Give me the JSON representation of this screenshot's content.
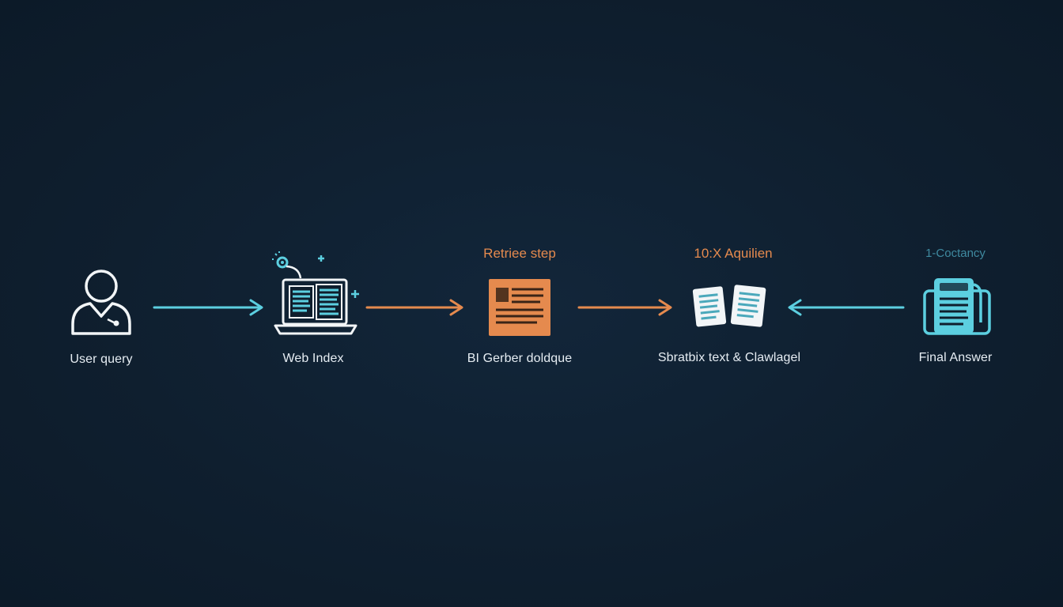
{
  "diagram": {
    "colors": {
      "background": "#0f1e2d",
      "cyan": "#5ccfe0",
      "orange": "#e58a4e",
      "white": "#f2f5f7",
      "muted_cyan": "#3f8aa0",
      "text": "#e6edf3"
    },
    "stages": [
      {
        "id": "user-query",
        "label": "User query",
        "top_label": "",
        "icon": "user-icon"
      },
      {
        "id": "web-index",
        "label": "Web Index",
        "top_label": "",
        "icon": "laptop-document-icon"
      },
      {
        "id": "retrieve",
        "label": "BI Gerber doldque",
        "top_label": "Retriee step",
        "icon": "document-card-icon"
      },
      {
        "id": "aquilien",
        "label": "Sbratbix text & Clawlagel",
        "top_label": "10:X Aquilien",
        "icon": "two-documents-icon"
      },
      {
        "id": "final",
        "label": "Final Answer",
        "top_label": "1-Coctancy",
        "icon": "clipboard-document-icon"
      }
    ],
    "arrows": [
      {
        "from": "user-query",
        "to": "web-index",
        "color": "cyan",
        "direction": "right"
      },
      {
        "from": "web-index",
        "to": "retrieve",
        "color": "orange",
        "direction": "right"
      },
      {
        "from": "retrieve",
        "to": "aquilien",
        "color": "orange",
        "direction": "right"
      },
      {
        "from": "final",
        "to": "aquilien",
        "color": "cyan",
        "direction": "left"
      }
    ]
  }
}
